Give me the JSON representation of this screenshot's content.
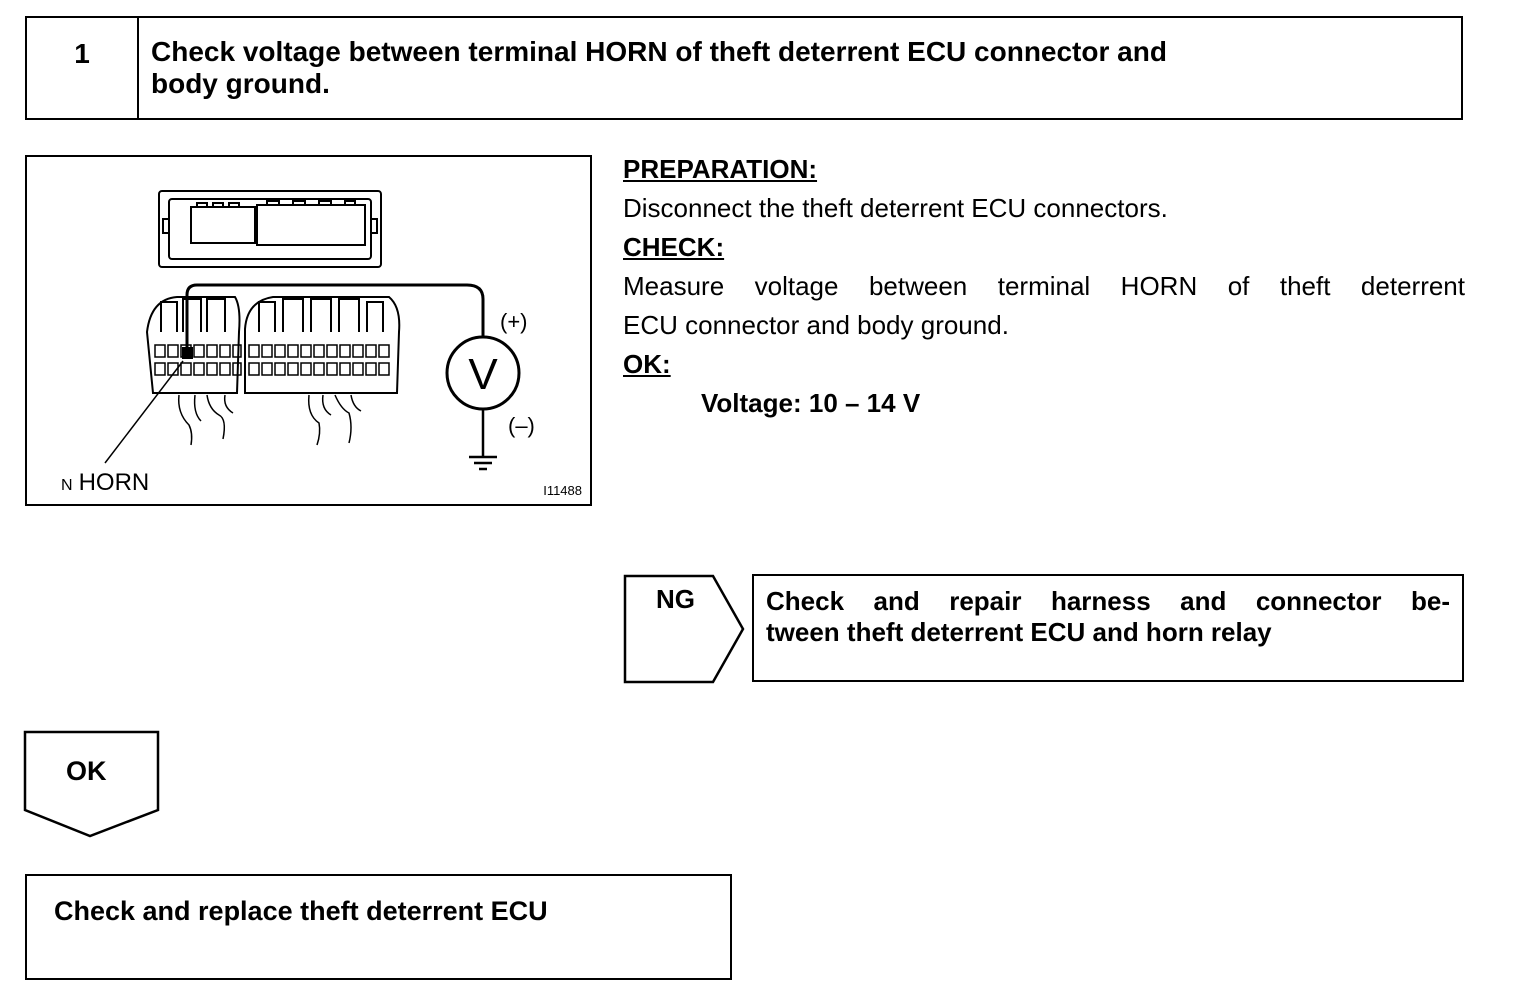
{
  "step": {
    "number": "1",
    "title_line1": "Check voltage between terminal HORN of theft deterrent ECU connector and",
    "title_line2": "body ground."
  },
  "figure": {
    "terminal_label": "HORN",
    "corner_letter": "N",
    "figure_id": "I11488",
    "meter_symbol": "V",
    "plus_label": "(+)",
    "minus_label": "(–)"
  },
  "procedure": {
    "preparation_heading": "PREPARATION:",
    "preparation_text": "Disconnect the theft deterrent ECU connectors.",
    "check_heading": "CHECK:",
    "check_text_line1": "Measure voltage between terminal HORN of theft deterrent",
    "check_text_line2": "ECU connector and body ground.",
    "ok_heading": "OK:",
    "ok_spec": "Voltage: 10 – 14 V"
  },
  "ng_branch": {
    "label": "NG",
    "action_line1": "Check and repair harness and connector be-",
    "action_line2": "tween theft deterrent ECU and horn relay"
  },
  "ok_branch": {
    "label": "OK",
    "action": "Check and replace theft deterrent ECU"
  }
}
